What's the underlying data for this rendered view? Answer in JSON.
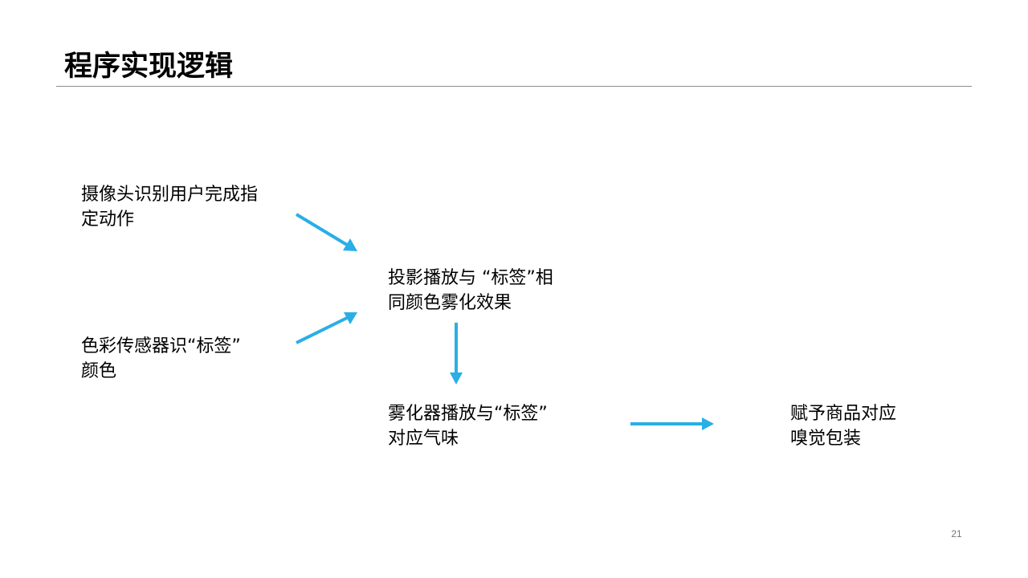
{
  "slide": {
    "title": "程序实现逻辑",
    "page_number": "21"
  },
  "diagram": {
    "nodes": {
      "camera": {
        "line1": "摄像头识别用户完成指",
        "line2": "定动作"
      },
      "sensor": {
        "line1": "色彩传感器识“标签”",
        "line2": "颜色"
      },
      "projection": {
        "line1": "投影播放与 “标签”相",
        "line2": "同颜色雾化效果"
      },
      "atomizer": {
        "line1": "雾化器播放与“标签”",
        "line2": "对应气味"
      },
      "result": {
        "line1": "赋予商品对应",
        "line2": "嗅觉包装"
      }
    },
    "arrow_color": "#2aaee6"
  }
}
